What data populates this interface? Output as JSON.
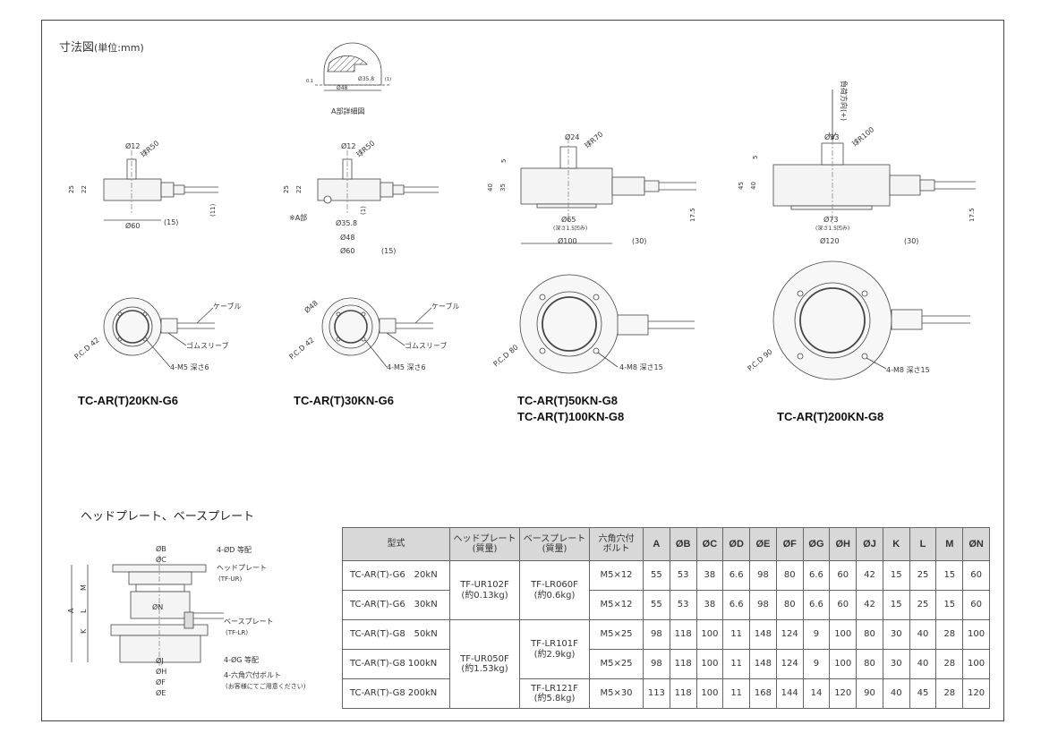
{
  "page": {
    "title": "寸法図",
    "unit": "(単位:mm)",
    "plate_section_title": "ヘッドプレート、ベースプレート"
  },
  "detail": {
    "caption": "A部詳細図",
    "d1": "Ø48",
    "d2": "Ø35.8",
    "d3": "0.1",
    "d4": "(1)"
  },
  "models": [
    {
      "id": "m20",
      "label": "TC-AR(T)20KN-G6"
    },
    {
      "id": "m30",
      "label": "TC-AR(T)30KN-G6"
    },
    {
      "id": "m50",
      "label": "TC-AR(T)50KN-G8"
    },
    {
      "id": "m100",
      "label": "TC-AR(T)100KN-G8"
    },
    {
      "id": "m200",
      "label": "TC-AR(T)200KN-G8"
    }
  ],
  "annotations": {
    "cable": "ケーブル",
    "rubber": "ゴムスリーブ",
    "bolt_g6": "4-M5 深さ6",
    "bolt_g8": "4-M8 深さ15",
    "pcd42": "P.C.D 42",
    "pcd80": "P.C.D 80",
    "pcd90": "P.C.D 90",
    "d48": "Ø48",
    "a_mark": "※A部",
    "load_dir": "負荷方向(+)",
    "phi12": "Ø12",
    "r50": "球R50",
    "phi24": "Ø24",
    "r70": "球R70",
    "phi33": "Ø33",
    "r100": "球R100",
    "phi60": "Ø60",
    "phi358": "Ø35.8",
    "phi48": "Ø48",
    "phi65": "Ø65",
    "phi73": "Ø73",
    "phi100": "Ø100",
    "phi120": "Ø120",
    "depth15": "(深さ1.5凹み)",
    "p15": "(15)",
    "p30": "(30)",
    "p11": "(11)",
    "p1": "(1)",
    "h25": "25",
    "h22": "22",
    "h40": "40",
    "h35": "35",
    "h45": "45",
    "h5": "5",
    "h175": "17.5"
  },
  "plate_labels": {
    "phiB": "ØB",
    "phiC": "ØC",
    "phiN": "ØN",
    "phiJ": "ØJ",
    "phiH": "ØH",
    "phiF": "ØF",
    "phiE": "ØE",
    "dimA": "A",
    "dimM": "M",
    "dimL": "L",
    "dimK": "K",
    "hole_d": "4-ØD 等配",
    "head_plate": "ヘッドプレート",
    "head_code": "(TF-UR)",
    "base_plate": "ベースプレート",
    "base_code": "(TF-LR)",
    "hole_g": "4-ØG 等配",
    "hex_bolt": "4-六角穴付ボルト",
    "customer": "(お客様にてご用意ください)"
  },
  "table": {
    "headers": {
      "model": "型式",
      "head": "ヘッドプレート",
      "head_sub": "(質量)",
      "base": "ベースプレート",
      "base_sub": "(質量)",
      "hex": "六角穴付",
      "hex_sub": "ボルト",
      "cols": [
        "A",
        "ØB",
        "ØC",
        "ØD",
        "ØE",
        "ØF",
        "ØG",
        "ØH",
        "ØJ",
        "K",
        "L",
        "M",
        "ØN"
      ]
    },
    "groups": [
      {
        "head": "TF-UR102F",
        "head_mass": "(約0.13kg)",
        "base": "TF-LR060F",
        "base_mass": "(約0.6kg)"
      },
      {
        "head": "TF-UR050F",
        "head_mass": "(約1.53kg)",
        "base": "TF-LR101F",
        "base_mass": "(約2.9kg)"
      }
    ],
    "base_last": {
      "code": "TF-LR121F",
      "mass": "(約5.8kg)"
    },
    "rows": [
      {
        "model": "TC-AR(T)-G6　20kN",
        "bolt": "M5×12",
        "vals": [
          "55",
          "53",
          "38",
          "6.6",
          "98",
          "80",
          "6.6",
          "60",
          "42",
          "15",
          "25",
          "15",
          "60"
        ]
      },
      {
        "model": "TC-AR(T)-G6　30kN",
        "bolt": "M5×12",
        "vals": [
          "55",
          "53",
          "38",
          "6.6",
          "98",
          "80",
          "6.6",
          "60",
          "42",
          "15",
          "25",
          "15",
          "60"
        ]
      },
      {
        "model": "TC-AR(T)-G8　50kN",
        "bolt": "M5×25",
        "vals": [
          "98",
          "118",
          "100",
          "11",
          "148",
          "124",
          "9",
          "100",
          "80",
          "30",
          "40",
          "28",
          "100"
        ]
      },
      {
        "model": "TC-AR(T)-G8 100kN",
        "bolt": "M5×25",
        "vals": [
          "98",
          "118",
          "100",
          "11",
          "148",
          "124",
          "9",
          "100",
          "80",
          "30",
          "40",
          "28",
          "100"
        ]
      },
      {
        "model": "TC-AR(T)-G8 200kN",
        "bolt": "M5×30",
        "vals": [
          "113",
          "118",
          "100",
          "11",
          "168",
          "144",
          "14",
          "120",
          "90",
          "40",
          "45",
          "28",
          "120"
        ]
      }
    ]
  }
}
